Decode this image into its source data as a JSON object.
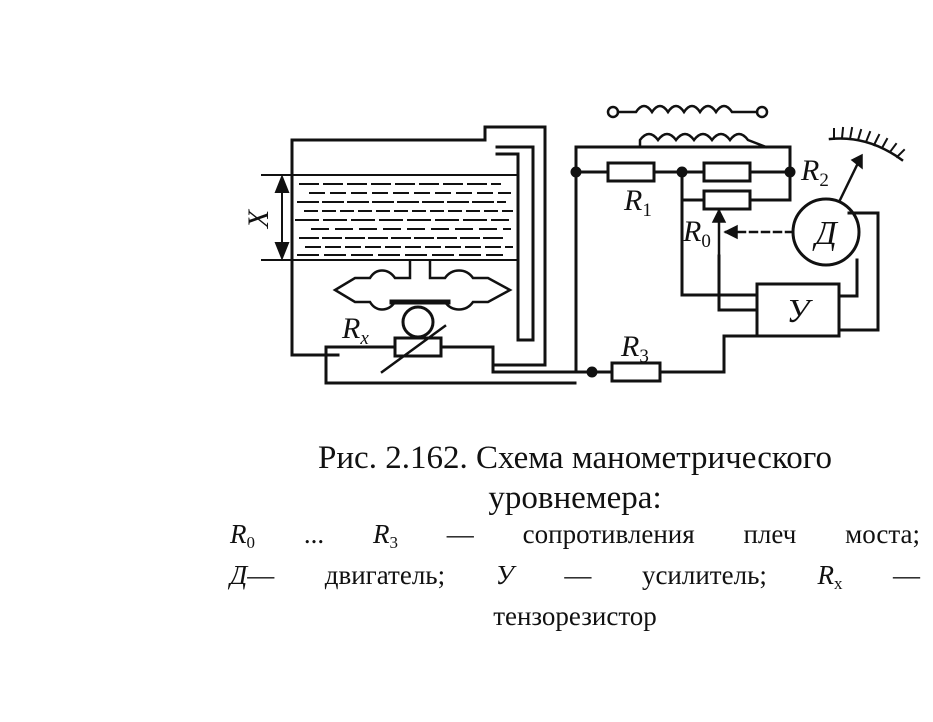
{
  "diagram": {
    "labels": {
      "x": "X",
      "rx": "R",
      "rx_sub": "x",
      "r1": "R",
      "r1_sub": "1",
      "r2": "R",
      "r2_sub": "2",
      "r0": "R",
      "r0_sub": "0",
      "r3": "R",
      "r3_sub": "3",
      "motor": "Д",
      "amplifier": "У"
    }
  },
  "caption": {
    "title_line1": "Рис. 2.162. Схема манометрического",
    "title_line2": "уровнемера:",
    "legend": {
      "r_start": "R",
      "r_start_sub": "0",
      "ellipsis": " ... ",
      "r_end": "R",
      "r_end_sub": "3",
      "r_desc": " — сопротивления плеч моста;",
      "motor_sym": "Д",
      "motor_desc": "— двигатель; ",
      "amp_sym": "У",
      "amp_desc": " — усилитель; ",
      "rx_sym": "R",
      "rx_sub": "x",
      "rx_dash": " —",
      "rx_desc": "тензорезистор"
    }
  }
}
